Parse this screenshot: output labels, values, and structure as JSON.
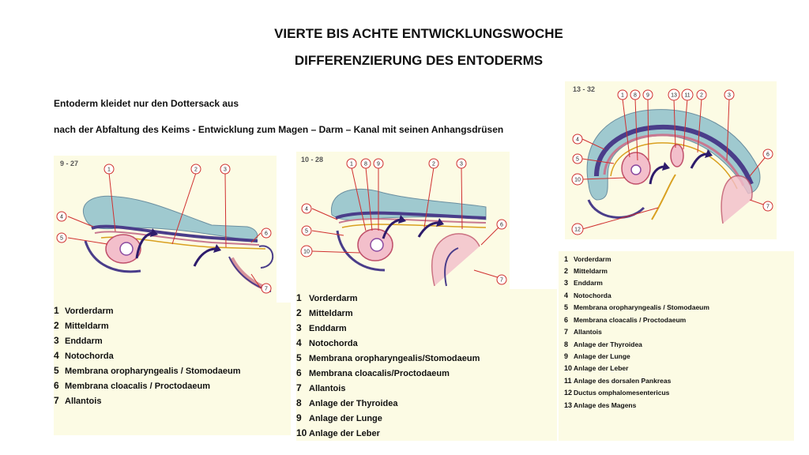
{
  "header": {
    "title": "VIERTE BIS ACHTE ENTWICKLUNGSWOCHE",
    "subtitle": "DIFFERENZIERUNG DES ENTODERMS"
  },
  "intro": {
    "line1": "Entoderm kleidet nur den Dottersack aus",
    "line2": "nach der Abfaltung des Keims  - Entwicklung zum Magen – Darm – Kanal mit seinen Anhangsdrüsen"
  },
  "figures": [
    {
      "id": "9 - 27",
      "labels": [
        "1",
        "2",
        "3",
        "4",
        "5",
        "6",
        "7"
      ]
    },
    {
      "id": "10 - 28",
      "labels": [
        "1",
        "8",
        "9",
        "2",
        "3",
        "4",
        "5",
        "6",
        "7",
        "10"
      ]
    },
    {
      "id": "13 - 32",
      "labels": [
        "1",
        "8",
        "9",
        "13",
        "11",
        "2",
        "3",
        "4",
        "5",
        "6",
        "10",
        "7",
        "12"
      ]
    }
  ],
  "legends": [
    {
      "items": [
        {
          "num": "1",
          "text": "Vorderdarm"
        },
        {
          "num": "2",
          "text": "Mitteldarm"
        },
        {
          "num": "3",
          "text": "Enddarm"
        },
        {
          "num": "4",
          "text": "Notochorda"
        },
        {
          "num": "5",
          "text": "Membrana oropharyngealis / Stomodaeum"
        },
        {
          "num": "6",
          "text": "Membrana cloacalis / Proctodaeum"
        },
        {
          "num": "7",
          "text": "Allantois"
        }
      ]
    },
    {
      "items": [
        {
          "num": "1",
          "text": "Vorderdarm"
        },
        {
          "num": "2",
          "text": "Mitteldarm"
        },
        {
          "num": "3",
          "text": "Enddarm"
        },
        {
          "num": "4",
          "text": "Notochorda"
        },
        {
          "num": "5",
          "text": "Membrana oropharyngealis/Stomodaeum"
        },
        {
          "num": "6",
          "text": "Membrana cloacalis/Proctodaeum"
        },
        {
          "num": "7",
          "text": "Allantois"
        },
        {
          "num": "8",
          "text": "Anlage der Thyroidea"
        },
        {
          "num": "9",
          "text": "Anlage der Lunge"
        },
        {
          "num": "10",
          "text": "Anlage der Leber"
        }
      ]
    },
    {
      "items": [
        {
          "num": "1",
          "text": "Vorderdarm"
        },
        {
          "num": "2",
          "text": "Mitteldarm"
        },
        {
          "num": "3",
          "text": "Enddarm"
        },
        {
          "num": "4",
          "text": "Notochorda"
        },
        {
          "num": "5",
          "text": "Membrana oropharyngealis / Stomodaeum"
        },
        {
          "num": "6",
          "text": "Membrana cloacalis / Proctodaeum"
        },
        {
          "num": "7",
          "text": "Allantois"
        },
        {
          "num": "8",
          "text": "Anlage der Thyroidea"
        },
        {
          "num": "9",
          "text": "Anlage der Lunge"
        },
        {
          "num": "10",
          "text": "Anlage der Leber"
        },
        {
          "num": "11",
          "text": "Anlage des dorsalen Pankreas"
        },
        {
          "num": "12",
          "text": "Ductus omphalomesentericus"
        },
        {
          "num": "13",
          "text": "Anlage des Magens"
        }
      ]
    }
  ],
  "colors": {
    "panel_bg": "#fcfbe4",
    "label_line": "#d03030",
    "notochord": "#4a3d8a",
    "neural": "#9fc9cf",
    "gut": "#f3bfcb",
    "arrow": "#2d1b6b"
  }
}
